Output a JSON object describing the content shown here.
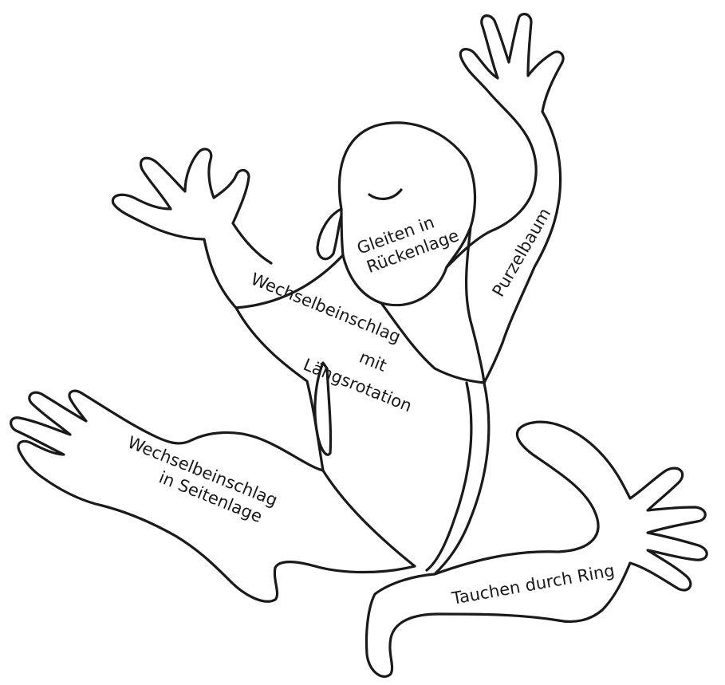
{
  "diagram": {
    "labels": {
      "head": [
        "Gleiten in",
        "Rückenlage"
      ],
      "right_arm": "Purzelbaum",
      "body": [
        "Wechselbeinschlag",
        "mit",
        "Längsrotation"
      ],
      "left_leg": [
        "Wechselbeinschlag",
        "in Seitenlage"
      ],
      "right_leg": "Tauchen durch Ring"
    }
  }
}
